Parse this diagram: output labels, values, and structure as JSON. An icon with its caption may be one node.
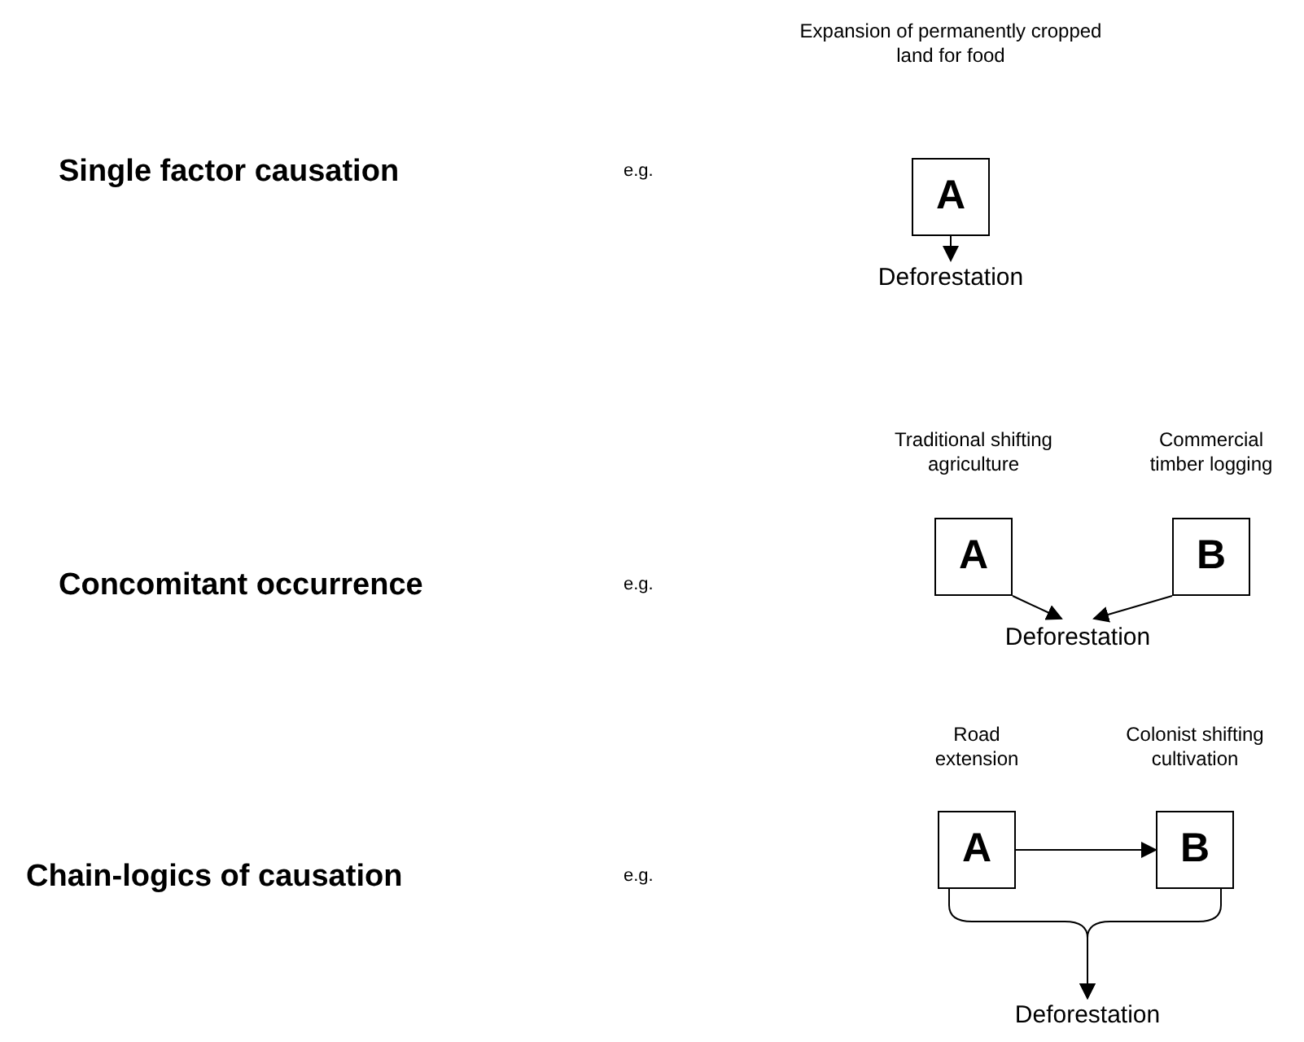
{
  "diagram": {
    "nodes": [
      {
        "text": [
          "Expansion of permanently cropped land for food",
          "A"
        ]
      },
      {
        "text": [
          "Deforestation"
        ]
      },
      {
        "text": [
          "Traditional shifting agriculture",
          "A"
        ]
      },
      {
        "text": [
          "Commercial timber logging",
          "B"
        ]
      },
      {
        "text": [
          "Deforestation"
        ]
      },
      {
        "text": [
          "Road extension",
          "A"
        ]
      },
      {
        "text": [
          "Colonist shifting cultivation",
          "B"
        ]
      },
      {
        "text": [
          "Deforestation"
        ]
      }
    ],
    "edges": [
      {
        "from": 0,
        "to": 1,
        "arrow": "to"
      },
      {
        "from": 2,
        "to": 4,
        "arrow": "to"
      },
      {
        "from": 3,
        "to": 4,
        "arrow": "to"
      },
      {
        "from": 5,
        "to": 6,
        "arrow": "to"
      },
      {
        "from": 5,
        "to": 7,
        "arrow": "to"
      },
      {
        "from": 6,
        "to": 7,
        "arrow": "to"
      }
    ],
    "labels": [
      "Single factor causation",
      "e.g.",
      "Concomitant occurrence",
      "e.g.",
      "Chain-logics of causation",
      "e.g."
    ]
  }
}
